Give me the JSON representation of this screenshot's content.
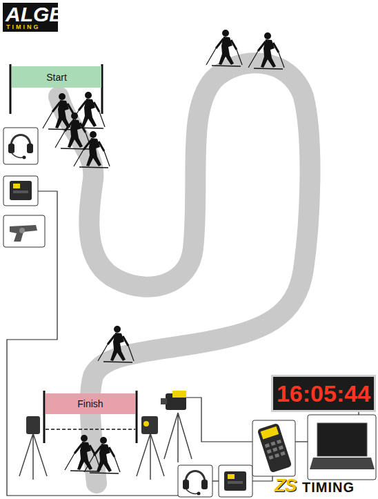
{
  "diagram": {
    "nodes": [
      {
        "text": [
          "Start"
        ]
      },
      {
        "text": [
          "Finish"
        ]
      },
      {
        "text": [
          "16:05:44"
        ]
      }
    ],
    "labels": [
      "ALGE",
      "TIMING",
      "ZS",
      "TIMING"
    ]
  }
}
